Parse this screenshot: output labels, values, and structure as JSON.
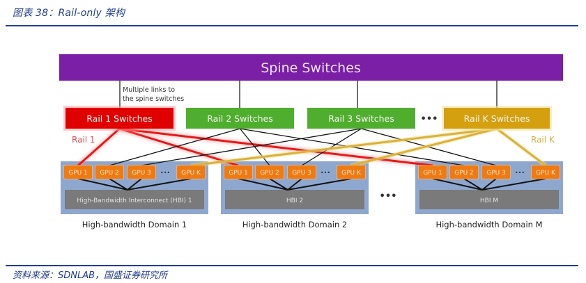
{
  "figure": {
    "title": "图表 38：Rail-only 架构",
    "source": "资料来源：SDNLAB，国盛证券研究所"
  },
  "diagram": {
    "spine": {
      "label": "Spine Switches",
      "color": "#7a1fa6"
    },
    "note": [
      "Multiple links to",
      "the spine switches"
    ],
    "rails": [
      {
        "label": "Rail 1 Switches",
        "color": "#e00000",
        "link_color": "#e41a1a"
      },
      {
        "label": "Rail 2 Switches",
        "color": "#4fae2e",
        "link_color": "#111111"
      },
      {
        "label": "Rail 3 Switches",
        "color": "#4fae2e",
        "link_color": "#111111"
      },
      {
        "label": "Rail K Switches",
        "color": "#d4a010",
        "link_color": "#d9b23a"
      }
    ],
    "rails_ellipsis": "•••",
    "rail_labels": [
      {
        "text": "Rail 1",
        "color": "#e05050"
      },
      {
        "text": "Rail K",
        "color": "#d4b040"
      }
    ],
    "gpu_color": "#f07a12",
    "domain_bg": "#8ea7cf",
    "hbi_color": "#7a7a7a",
    "domains": [
      {
        "gpus": [
          "GPU 1",
          "GPU 2",
          "GPU 3",
          "GPU K"
        ],
        "hbi": "High-Bandwidth Interconnect (HBI) 1",
        "label": "High-bandwidth Domain 1"
      },
      {
        "gpus": [
          "GPU 1",
          "GPU 2",
          "GPU 3",
          "GPU K"
        ],
        "hbi": "HBI 2",
        "label": "High-bandwidth Domain 2"
      },
      {
        "gpus": [
          "GPU 1",
          "GPU 2",
          "GPU 3",
          "GPU K"
        ],
        "hbi": "HBI M",
        "label": "High-bandwidth Domain M"
      }
    ],
    "gpu_ellipsis": "•••",
    "domains_ellipsis": "•••"
  }
}
